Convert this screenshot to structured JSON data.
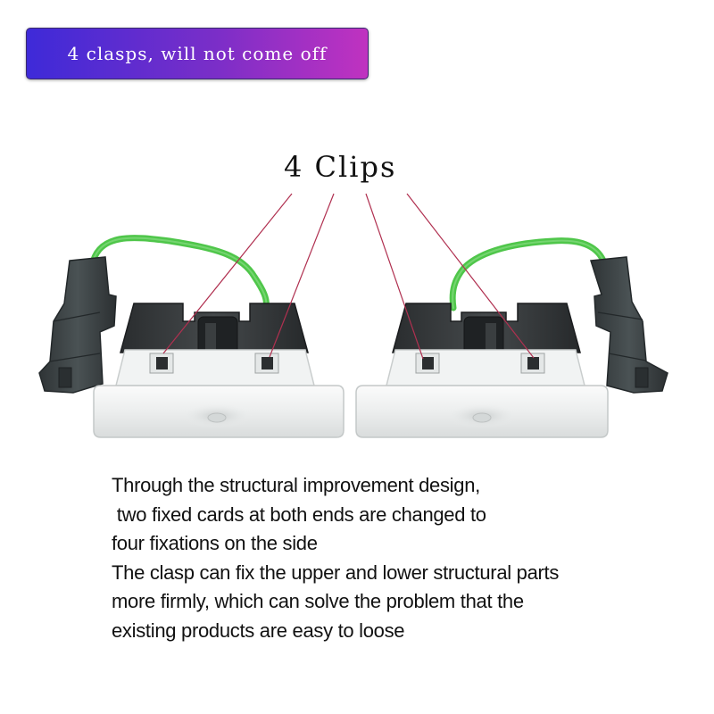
{
  "banner": {
    "text": "4 clasps, will not come off"
  },
  "callout": {
    "label": "4 Clips"
  },
  "description": {
    "lines": [
      "Through the structural improvement design,",
      " two fixed cards at both ends are changed to",
      "four fixations on the side",
      "The clasp can fix the upper and lower structural parts",
      "more firmly, which can solve the problem that the",
      "existing products are easy to loose"
    ]
  },
  "colors": {
    "banner_gradient_start": "#3e2ad8",
    "banner_gradient_end": "#c032c0",
    "wire": "#4fc64a",
    "callout_line": "#b03050",
    "connector": "#3c4244",
    "housing": "#2e3133",
    "lens": "#eef0f0"
  }
}
